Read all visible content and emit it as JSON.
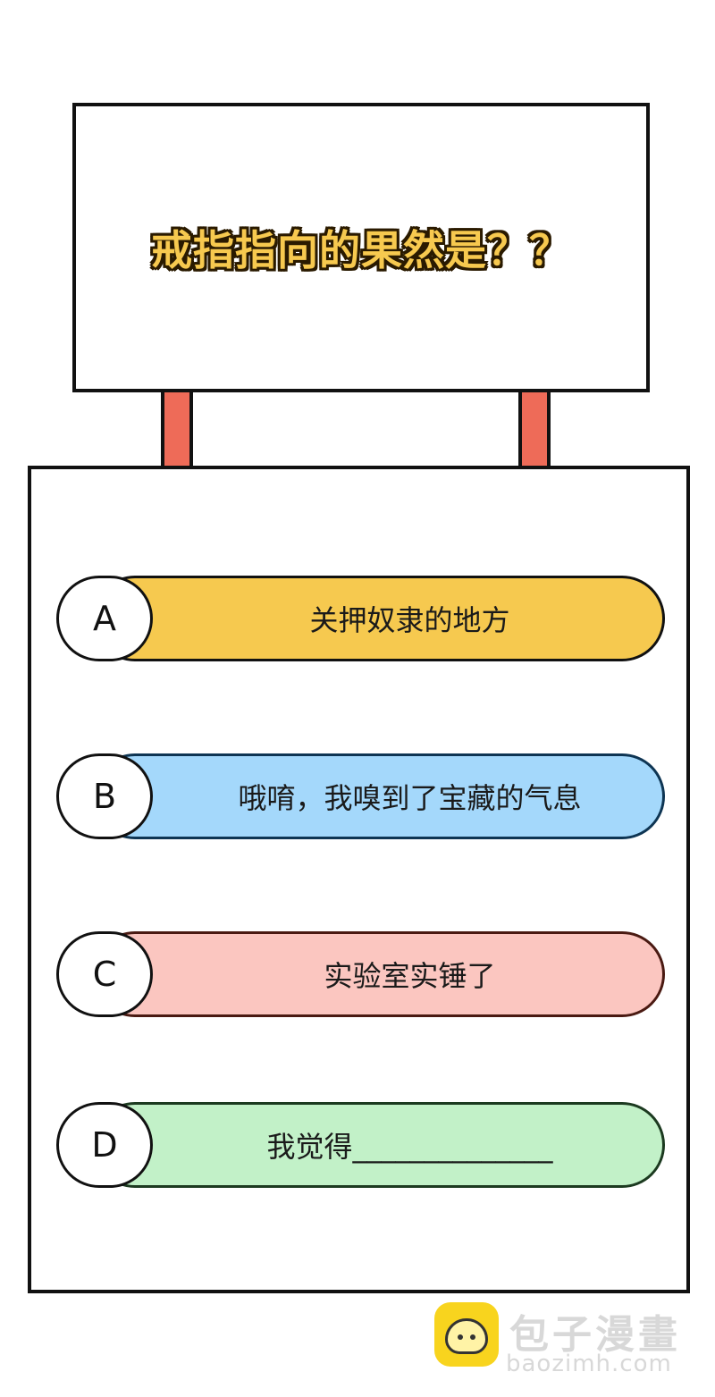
{
  "question": "戒指指向的果然是？？",
  "options": [
    {
      "letter": "A",
      "text": "关押奴隶的地方"
    },
    {
      "letter": "B",
      "text": "哦唷，我嗅到了宝藏的气息"
    },
    {
      "letter": "C",
      "text": "实验室实锤了"
    },
    {
      "letter": "D",
      "text": "我觉得______________"
    }
  ],
  "watermark": {
    "title": "包子漫畫",
    "url": "baozimh.com"
  },
  "colors": {
    "question_fill": "#f7c94f",
    "post": "#ee6b58",
    "option_a": "#f6c94f",
    "option_b": "#a4d8fb",
    "option_c": "#fbc6c0",
    "option_d": "#c2f1c8"
  }
}
